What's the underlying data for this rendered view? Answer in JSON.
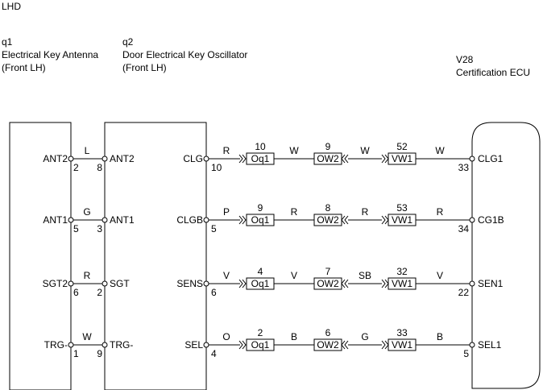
{
  "header": {
    "region": "LHD",
    "comp1_code": "q1",
    "comp1_name": "Electrical Key Antenna",
    "comp1_pos": "(Front LH)",
    "comp2_code": "q2",
    "comp2_name": "Door Electrical Key Oscillator",
    "comp2_pos": "(Front LH)",
    "comp3_code": "V28",
    "comp3_name": "Certification ECU"
  },
  "left_wires": [
    {
      "left_label": "ANT2",
      "left_pin": "2",
      "color": "L",
      "right_pin": "8",
      "right_label": "ANT2"
    },
    {
      "left_label": "ANT1",
      "left_pin": "5",
      "color": "G",
      "right_pin": "3",
      "right_label": "ANT1"
    },
    {
      "left_label": "SGT2",
      "left_pin": "6",
      "color": "R",
      "right_pin": "2",
      "right_label": "SGT"
    },
    {
      "left_label": "TRG-",
      "left_pin": "1",
      "color": "W",
      "right_pin": "9",
      "right_label": "TRG-"
    }
  ],
  "right_wires": [
    {
      "q2_label": "CLG",
      "q2_pin": "10",
      "c1": "R",
      "j1_name": "Oq1",
      "j1_pin": "10",
      "c2": "W",
      "j2_name": "OW2",
      "j2_pin": "9",
      "c3": "W",
      "j3_name": "VW1",
      "j3_pin": "52",
      "c4": "W",
      "ecu_pin": "33",
      "ecu_label": "CLG1"
    },
    {
      "q2_label": "CLGB",
      "q2_pin": "5",
      "c1": "P",
      "j1_name": "Oq1",
      "j1_pin": "9",
      "c2": "R",
      "j2_name": "OW2",
      "j2_pin": "8",
      "c3": "R",
      "j3_name": "VW1",
      "j3_pin": "53",
      "c4": "R",
      "ecu_pin": "34",
      "ecu_label": "CG1B"
    },
    {
      "q2_label": "SENS",
      "q2_pin": "6",
      "c1": "V",
      "j1_name": "Oq1",
      "j1_pin": "4",
      "c2": "V",
      "j2_name": "OW2",
      "j2_pin": "7",
      "c3": "SB",
      "j3_name": "VW1",
      "j3_pin": "32",
      "c4": "V",
      "ecu_pin": "22",
      "ecu_label": "SEN1"
    },
    {
      "q2_label": "SEL",
      "q2_pin": "4",
      "c1": "O",
      "j1_name": "Oq1",
      "j1_pin": "2",
      "c2": "B",
      "j2_name": "OW2",
      "j2_pin": "6",
      "c3": "G",
      "j3_name": "VW1",
      "j3_pin": "33",
      "c4": "B",
      "ecu_pin": "5",
      "ecu_label": "SEL1"
    }
  ]
}
